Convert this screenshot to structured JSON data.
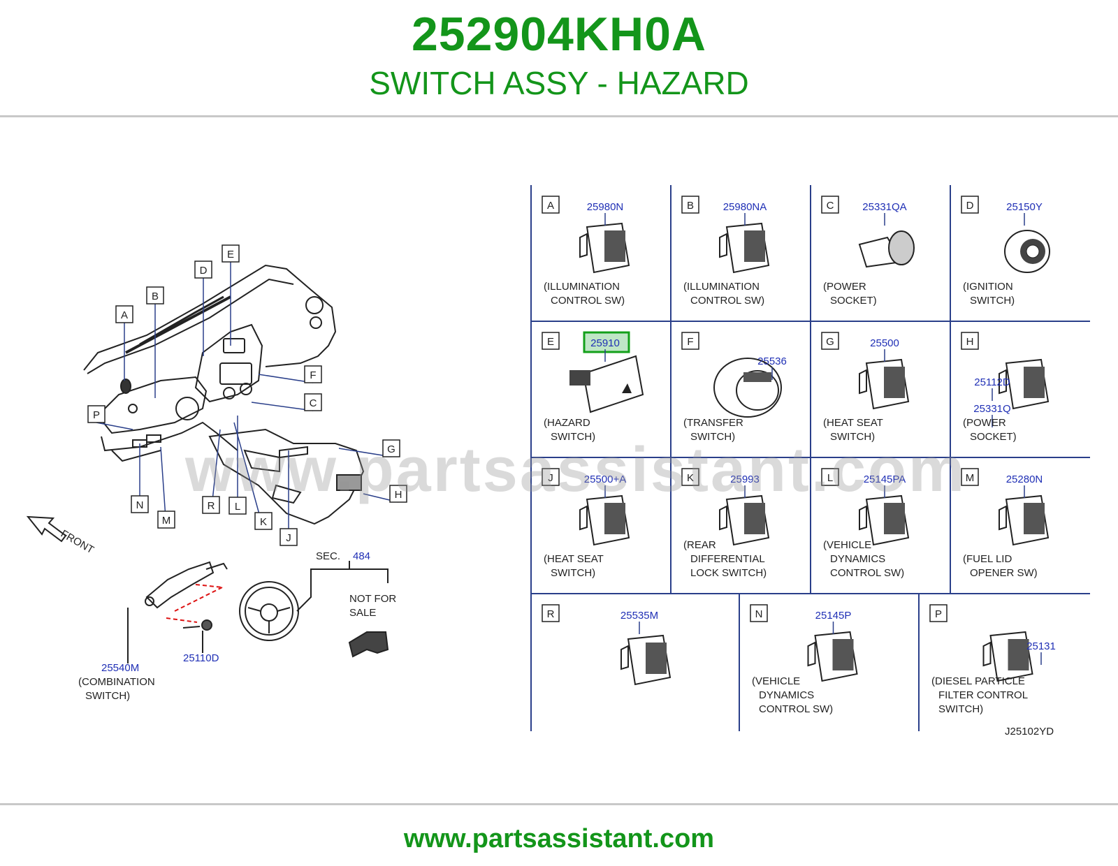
{
  "header": {
    "part_number": "252904KH0A",
    "part_name": "SWITCH ASSY - HAZARD"
  },
  "footer": {
    "url": "www.partsassistant.com"
  },
  "watermark": "www.partsassistant.com",
  "colors": {
    "brand_green": "#13951a",
    "part_blue": "#1f2fb5",
    "highlight_border": "#13a01a",
    "highlight_fill": "#bfe6c6",
    "grid_line": "#2a3f8a"
  },
  "overview": {
    "callouts": [
      "A",
      "B",
      "C",
      "D",
      "E",
      "F",
      "G",
      "H",
      "J",
      "K",
      "L",
      "M",
      "N",
      "P",
      "R"
    ],
    "front_label": "FRONT",
    "sec_label": "SEC.",
    "sec_number": "484",
    "not_for_sale": [
      "NOT   FOR",
      "SALE"
    ],
    "combination_switch": {
      "number": "25540M",
      "desc": [
        "(COMBINATION",
        "SWITCH)"
      ]
    },
    "screw_number": "25110D"
  },
  "grid": {
    "code": "J25102YD",
    "cells": [
      {
        "letter": "A",
        "numbers": [
          "25980N"
        ],
        "desc": [
          "(ILLUMINATION",
          "CONTROL   SW)"
        ]
      },
      {
        "letter": "B",
        "numbers": [
          "25980NA"
        ],
        "desc": [
          "(ILLUMINATION",
          "CONTROL   SW)"
        ]
      },
      {
        "letter": "C",
        "numbers": [
          "25331QA"
        ],
        "desc": [
          "(POWER",
          "SOCKET)"
        ]
      },
      {
        "letter": "D",
        "numbers": [
          "25150Y"
        ],
        "desc": [
          "(IGNITION",
          "SWITCH)"
        ]
      },
      {
        "letter": "E",
        "numbers": [
          "25910"
        ],
        "desc": [
          "(HAZARD",
          "SWITCH)"
        ],
        "highlighted": true
      },
      {
        "letter": "F",
        "numbers": [
          "25536"
        ],
        "desc": [
          "(TRANSFER",
          "SWITCH)"
        ]
      },
      {
        "letter": "G",
        "numbers": [
          "25500"
        ],
        "desc": [
          "(HEAT   SEAT",
          "SWITCH)"
        ]
      },
      {
        "letter": "H",
        "numbers": [
          "25112D",
          "25331Q"
        ],
        "desc": [
          "(POWER",
          "SOCKET)"
        ]
      },
      {
        "letter": "J",
        "numbers": [
          "25500+A"
        ],
        "desc": [
          "(HEAT   SEAT",
          "SWITCH)"
        ]
      },
      {
        "letter": "K",
        "numbers": [
          "25993"
        ],
        "desc": [
          "(REAR",
          "DIFFERENTIAL",
          "LOCK   SWITCH)"
        ]
      },
      {
        "letter": "L",
        "numbers": [
          "25145PA"
        ],
        "desc": [
          "(VEHICLE",
          "DYNAMICS",
          "CONTROL   SW)"
        ]
      },
      {
        "letter": "M",
        "numbers": [
          "25280N"
        ],
        "desc": [
          "(FUEL   LID",
          "OPENER   SW)"
        ]
      },
      {
        "letter": "R",
        "numbers": [
          "25535M"
        ],
        "desc": []
      },
      {
        "letter": "N",
        "numbers": [
          "25145P"
        ],
        "desc": [
          "(VEHICLE",
          "DYNAMICS",
          "CONTROL   SW)"
        ]
      },
      {
        "letter": "P",
        "numbers": [
          "25131"
        ],
        "desc": [
          "(DIESEL   PARTICLE",
          "FILTER   CONTROL",
          "SWITCH)"
        ]
      }
    ]
  }
}
